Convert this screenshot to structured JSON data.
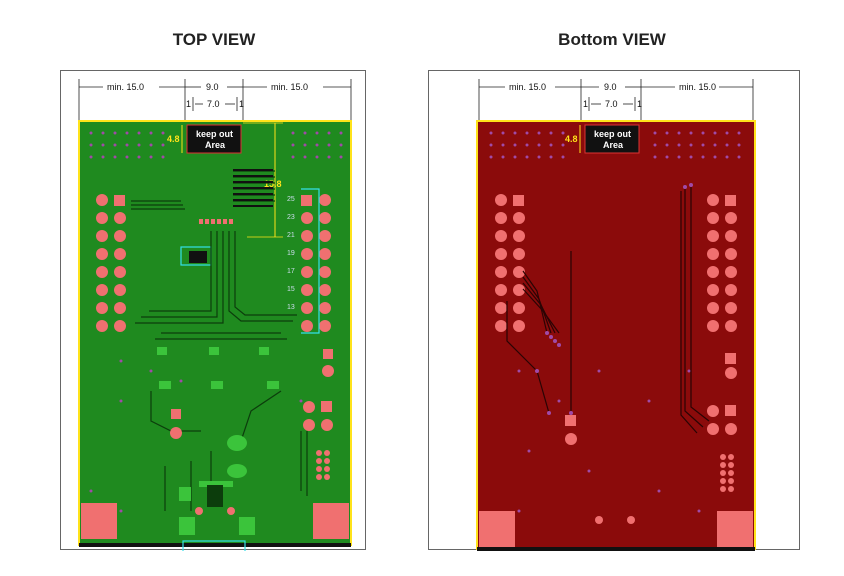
{
  "top_view": {
    "title": "TOP VIEW",
    "dimensions": {
      "left_min": "min. 15.0",
      "center": "9.0",
      "right_min": "min. 15.0",
      "margin_left": "1",
      "inner": "7.0",
      "margin_right": "1",
      "keepout_height": "4.8",
      "trace_height": "15.8"
    },
    "keepout": {
      "line1": "keep out",
      "line2": "Area"
    },
    "board_color": "#1f8a1f",
    "header_labels": [
      "25",
      "23",
      "21",
      "19",
      "17",
      "15",
      "13"
    ]
  },
  "bottom_view": {
    "title": "Bottom VIEW",
    "dimensions": {
      "left_min": "min. 15.0",
      "center": "9.0",
      "right_min": "min. 15.0",
      "margin_left": "1",
      "inner": "7.0",
      "margin_right": "1",
      "keepout_height": "4.8"
    },
    "keepout": {
      "line1": "keep out",
      "line2": "Area"
    },
    "board_color": "#8b0b0b"
  },
  "colors": {
    "pad": "#f07070",
    "outline": "#ffe31a",
    "via": "#a04aa8",
    "cyan": "#34e0e8"
  }
}
